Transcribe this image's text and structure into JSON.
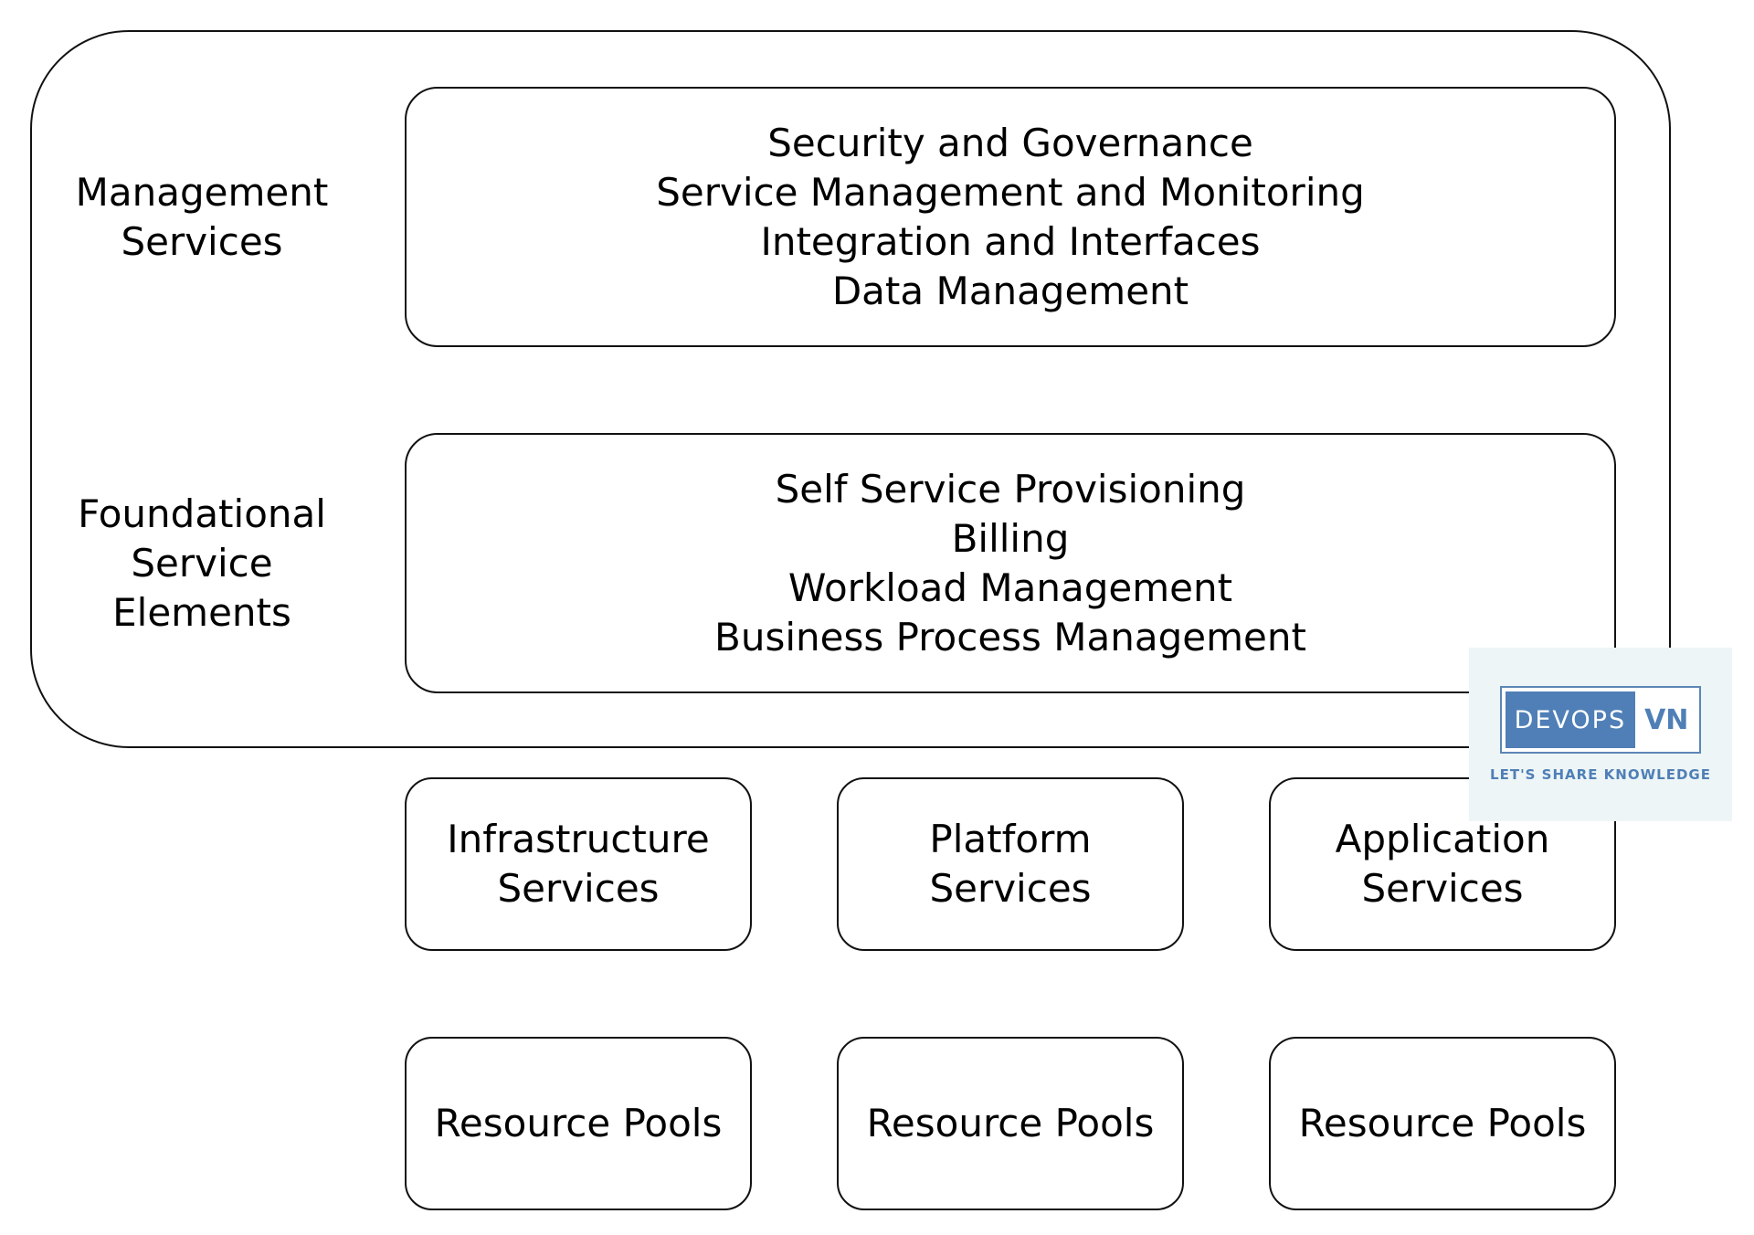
{
  "diagram": {
    "side_labels": {
      "management": [
        "Management",
        "Services"
      ],
      "foundational": [
        "Foundational",
        "Service",
        "Elements"
      ]
    },
    "management_box": {
      "lines": [
        "Security and Governance",
        "Service Management and Monitoring",
        "Integration and Interfaces",
        "Data Management"
      ]
    },
    "foundational_box": {
      "lines": [
        "Self Service Provisioning",
        "Billing",
        "Workload Management",
        "Business Process Management"
      ]
    },
    "services": [
      {
        "lines": [
          "Infrastructure",
          "Services"
        ]
      },
      {
        "lines": [
          "Platform",
          "Services"
        ]
      },
      {
        "lines": [
          "Application",
          "Services"
        ]
      }
    ],
    "resource_pools": [
      {
        "label": "Resource Pools"
      },
      {
        "label": "Resource Pools"
      },
      {
        "label": "Resource Pools"
      }
    ]
  },
  "logo": {
    "left_text": "DEVOPS",
    "right_text": "VN",
    "tagline": "LET'S SHARE KNOWLEDGE",
    "colors": {
      "brand": "#4f7fb6",
      "background": "#edf5f6"
    }
  }
}
